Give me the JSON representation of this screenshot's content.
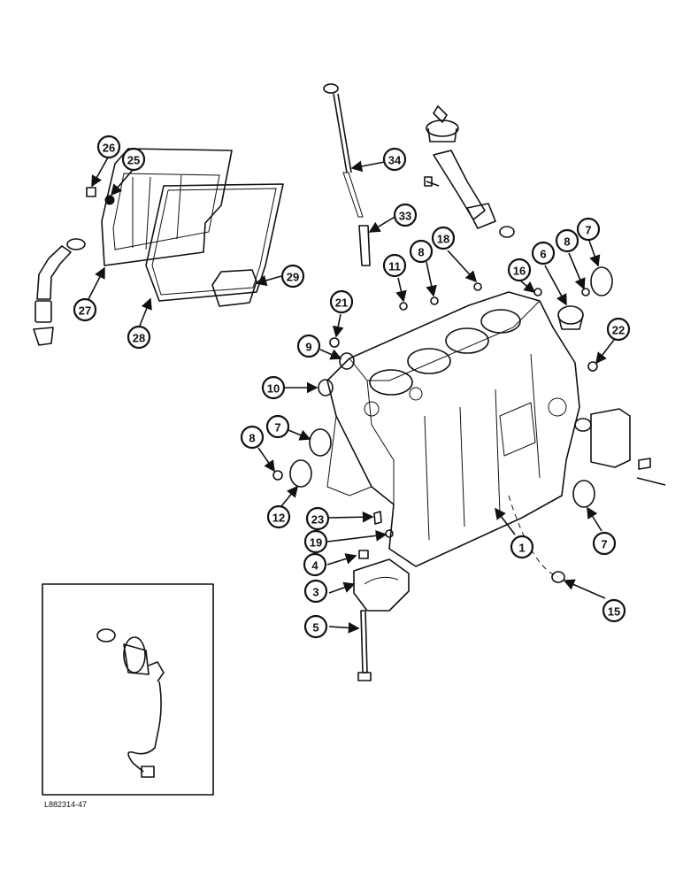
{
  "figure_code": "L882314-47",
  "callouts": [
    "26",
    "25",
    "27",
    "28",
    "29",
    "34",
    "33",
    "11",
    "8",
    "18",
    "21",
    "9",
    "10",
    "7",
    "8",
    "12",
    "23",
    "19",
    "4",
    "3",
    "5",
    "1",
    "16",
    "6",
    "8",
    "7",
    "22",
    "7",
    "15"
  ]
}
